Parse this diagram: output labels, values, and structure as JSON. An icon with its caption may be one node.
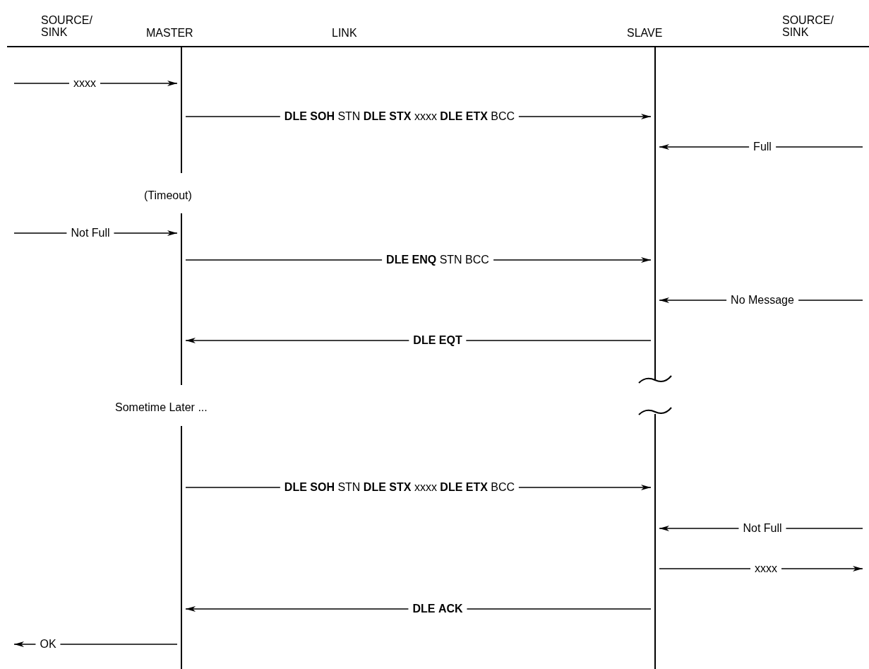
{
  "diagram": {
    "nodes": [
      {
        "text": [],
        "shape": "bar"
      },
      {
        "text": [],
        "shape": "bar"
      }
    ],
    "edges": [
      {
        "from": null,
        "to": 0,
        "arrow": "to",
        "label": "xxxx"
      },
      {
        "from": 0,
        "to": 1,
        "arrow": "to",
        "label": "**DLE** **SOH** STN **DLE** **STX** xxxx **DLE** **ETX** BCC"
      },
      {
        "from": null,
        "to": 1,
        "arrow": "to",
        "label": "Full"
      },
      {
        "from": null,
        "to": 0,
        "arrow": "to",
        "label": "Not Full"
      },
      {
        "from": 0,
        "to": 1,
        "arrow": "to",
        "label": "**DLE** **ENQ** STN BCC"
      },
      {
        "from": null,
        "to": 1,
        "arrow": "to",
        "label": "No Message"
      },
      {
        "from": 1,
        "to": 0,
        "arrow": "to",
        "label": "**DLE** **EQT**"
      },
      {
        "from": 0,
        "to": 1,
        "arrow": "to",
        "label": "**DLE** **SOH** STN **DLE** **STX** xxxx **DLE** **ETX** BCC"
      },
      {
        "from": null,
        "to": 1,
        "arrow": "to",
        "label": "Not Full"
      },
      {
        "from": 1,
        "to": null,
        "arrow": "to",
        "label": "xxxx"
      },
      {
        "from": 1,
        "to": 0,
        "arrow": "to",
        "label": "**DLE** **ACK**"
      },
      {
        "from": 0,
        "to": null,
        "arrow": "to",
        "label": "OK"
      }
    ],
    "labels": [
      "SOURCE/ SINK",
      "MASTER",
      "LINK",
      "SLAVE",
      "SOURCE/ SINK",
      "(Timeout)",
      "Sometime Later ..."
    ]
  }
}
